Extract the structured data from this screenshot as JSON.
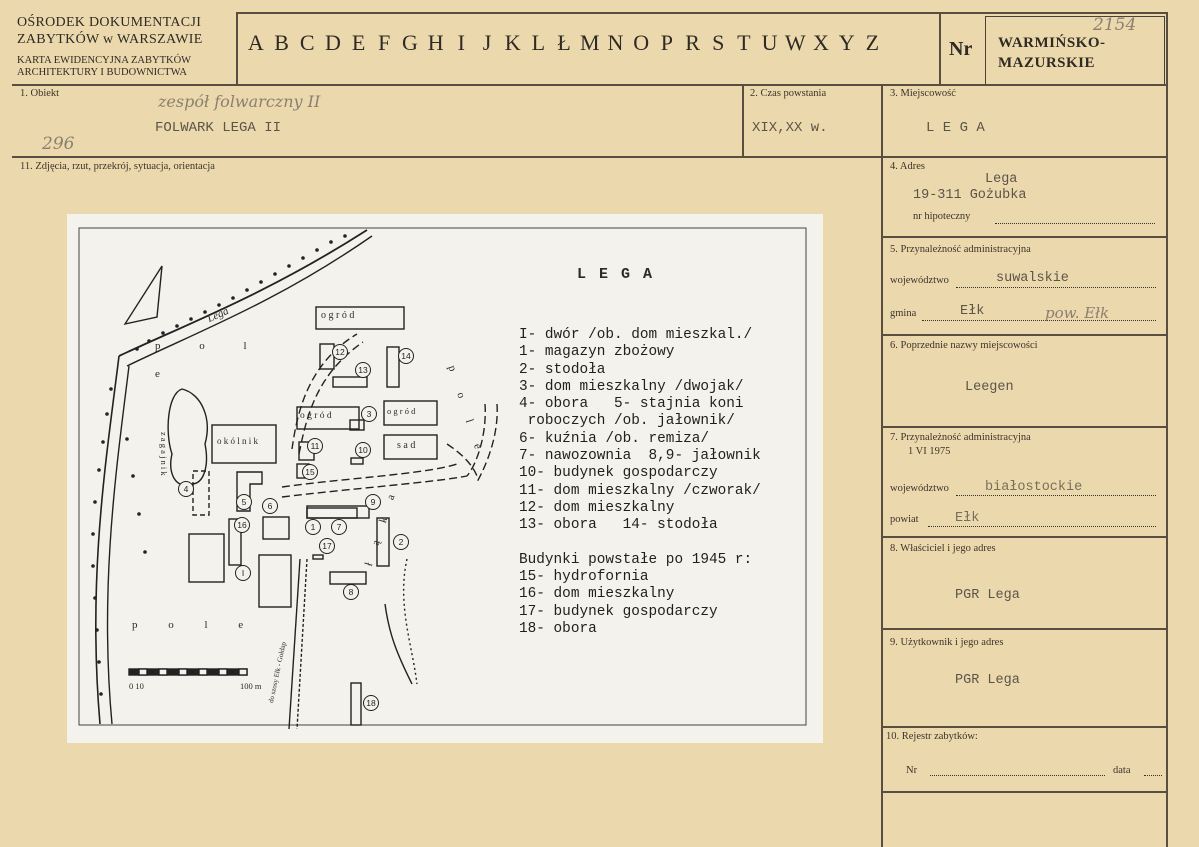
{
  "header": {
    "institution_line1": "OŚRODEK DOKUMENTACJI",
    "institution_line2": "ZABYTKÓW w WARSZAWIE",
    "card_line1": "KARTA EWIDENCYJNA ZABYTKÓW",
    "card_line2": "ARCHITEKTURY I BUDOWNICTWA",
    "letters": [
      "A",
      "B",
      "C",
      "D",
      "E",
      "F",
      "G",
      "H",
      "I",
      "J",
      "K",
      "L",
      "Ł",
      "M",
      "N",
      "O",
      "P",
      "R",
      "S",
      "T",
      "U",
      "W",
      "X",
      "Y",
      "Z"
    ],
    "nr_label": "Nr",
    "voivodeship_line1": "WARMIŃSKO-",
    "voivodeship_line2": "MAZURSKIE",
    "inventory_number": "2154"
  },
  "fields": {
    "obiekt": {
      "label": "1. Obiekt",
      "handwritten": "zespół folwarczny II",
      "typed": "FOLWARK  LEGA  II",
      "number": "296"
    },
    "czas": {
      "label": "2. Czas powstania",
      "value": "XIX,XX w."
    },
    "miejscowosc": {
      "label": "3. Miejscowość",
      "value": "L E G A"
    },
    "zdjecia": {
      "label": "11. Zdjęcia, rzut, przekrój, sytuacja, orientacja"
    },
    "adres": {
      "label": "4. Adres",
      "line1": "Lega",
      "line2": "19-311 Gożubka",
      "hipoteczny_label": "nr hipoteczny"
    },
    "przynaleznosc": {
      "label": "5. Przynależność administracyjna",
      "wojewodztwo_label": "województwo",
      "wojewodztwo": "suwalskie",
      "gmina_label": "gmina",
      "gmina": "Ełk",
      "gmina_hand": "pow. Ełk"
    },
    "poprzednie": {
      "label": "6. Poprzednie nazwy miejscowości",
      "value": "Leegen"
    },
    "przynaleznosc1975": {
      "label": "7. Przynależność administracyjna",
      "date": "1 VI 1975",
      "wojewodztwo_label": "województwo",
      "wojewodztwo": "białostockie",
      "powiat_label": "powiat",
      "powiat": "Ełk"
    },
    "wlasciciel": {
      "label": "8. Właściciel i jego adres",
      "value": "PGR  Lega"
    },
    "uzytkownik": {
      "label": "9. Użytkownik i jego adres",
      "value": "PGR  Lega"
    },
    "rejestr": {
      "label": "10. Rejestr zabytków:",
      "nr_label": "Nr",
      "data_label": "data"
    }
  },
  "plan": {
    "title": "L E G A",
    "legend": [
      "I- dwór /ob. dom mieszkal./",
      "1- magazyn zbożowy",
      "2- stodoła",
      "3- dom mieszkalny /dwojak/",
      "4- obora   5- stajnia koni",
      " roboczych /ob. jałownik/",
      "6- kuźnia /ob. remiza/",
      "7- nawozownia  8,9- jałownik",
      "10- budynek gospodarczy",
      "11- dom mieszkalny /czworak/",
      "12- dom mieszkalny",
      "13- obora   14- stodoła",
      "",
      "Budynki powstałe po 1945 r:",
      "15- hydrofornia",
      "16- dom mieszkalny",
      "17- budynek gospodarczy",
      "18- obora"
    ],
    "labels": {
      "lega": "Lega",
      "ogrod_top": "o g r ó d",
      "ogrod_mid": "o g r ó d",
      "ogrod_right": "o g r ó d",
      "sad": "s a d",
      "okolnik": "o k ó l n i k",
      "zagajnik": "z a g a j n i k",
      "scale_0": "0 10",
      "scale_100": "100 m",
      "road_label": "do szosy Ełk - Gołdap",
      "pole": "p o l e",
      "pole_right": "p o l e",
      "pole_bottom": "p o l e",
      "laka": "ł ą k a"
    }
  }
}
